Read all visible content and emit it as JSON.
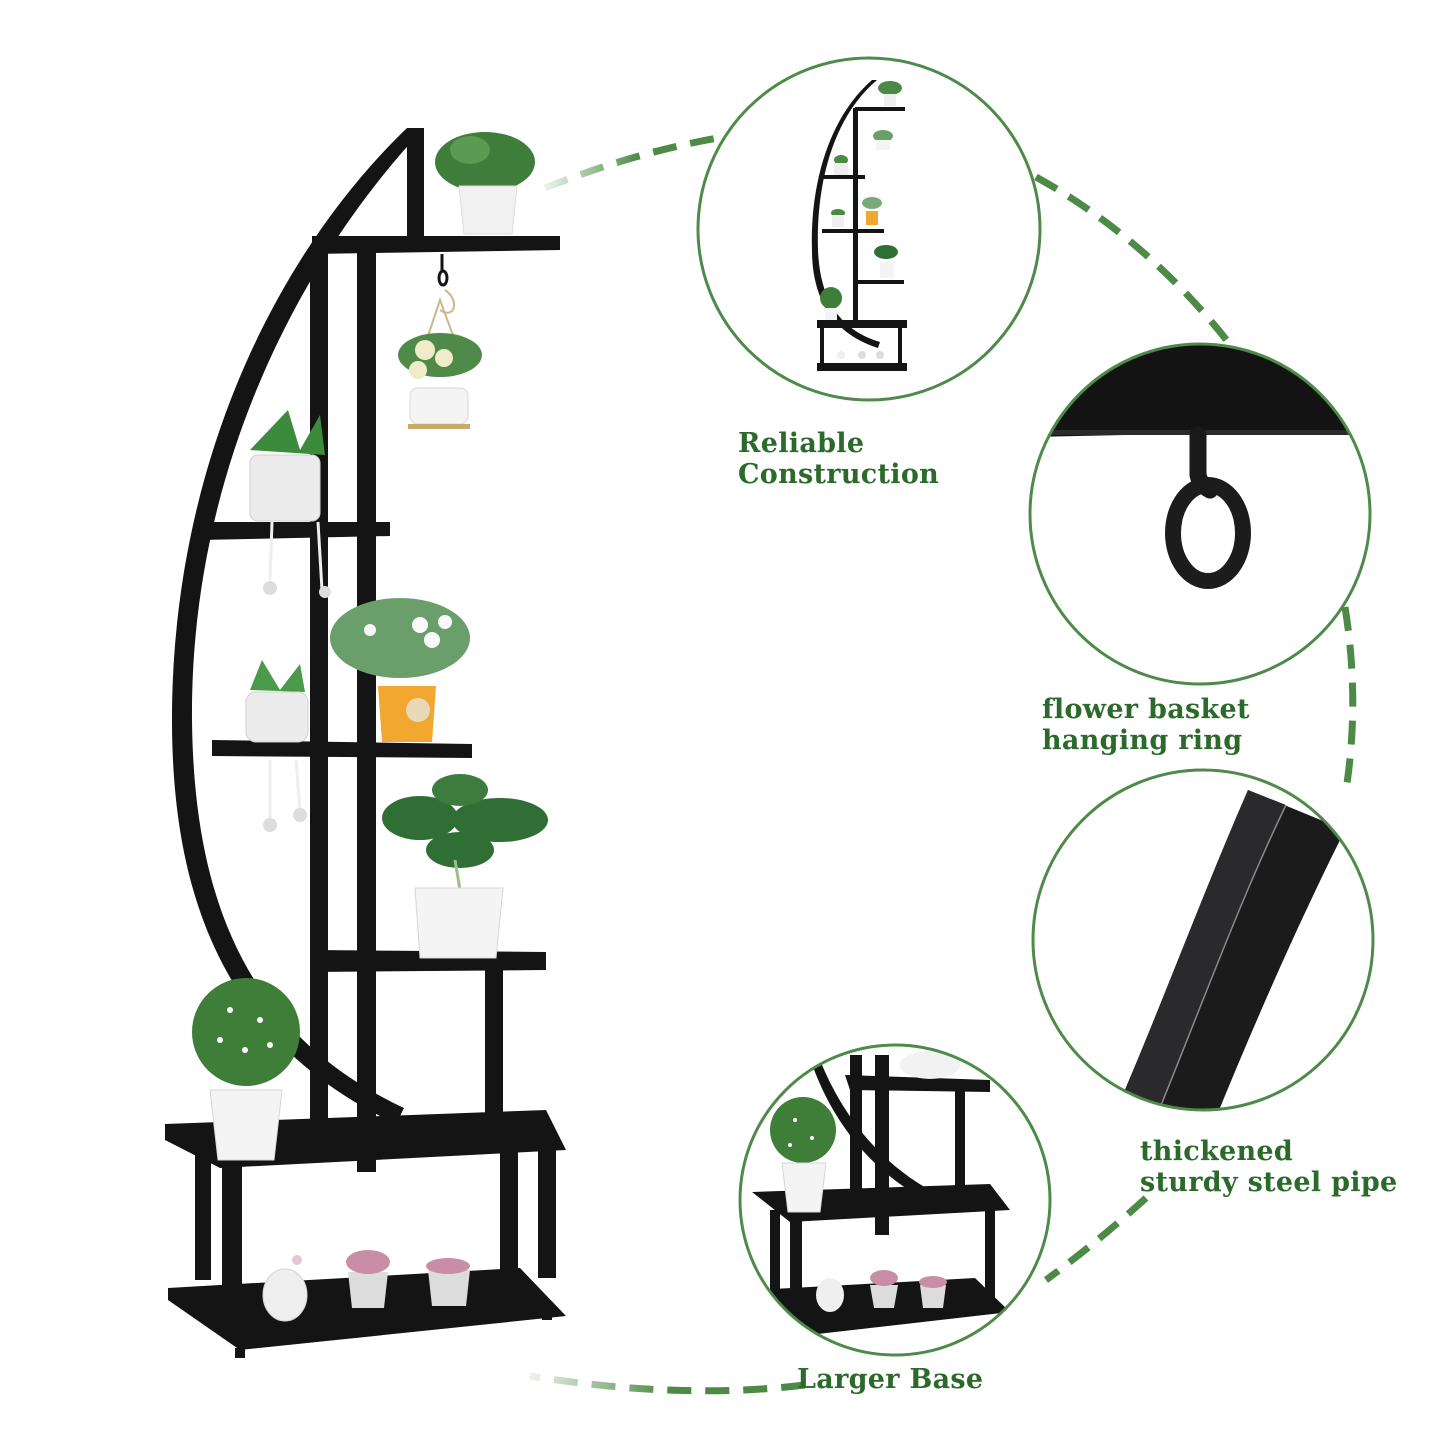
{
  "image": {
    "type": "product-infographic",
    "subject": "6-tier half-moon metal plant stand",
    "background": "#ffffff"
  },
  "colors": {
    "label_text": "#2b6a2a",
    "circle_border": "#4f8a4a",
    "dashed_arc": "#4c8a46",
    "frame_black": "#111111",
    "pot_white": "#f2f2f2",
    "pot_orange": "#f2a830",
    "leaf_green": "#3f7d3a"
  },
  "main_product": {
    "name": "plant-stand",
    "tiers": 6,
    "plants": [
      {
        "position": "top-shelf",
        "pot": "white ribbed pot",
        "plant": "eucalyptus sprigs"
      },
      {
        "position": "hanging-from-top-shelf",
        "pot": "white hanging basket with gold rim",
        "plant": "cream ranunculus"
      },
      {
        "position": "tier-2-left",
        "pot": "white owl pot with dangling legs",
        "plant": "spiky succulent"
      },
      {
        "position": "tier-3-left",
        "pot": "white face pot with dangling legs",
        "plant": "green succulent"
      },
      {
        "position": "tier-3-right",
        "pot": "orange pot with tag",
        "plant": "white daisies"
      },
      {
        "position": "tier-4",
        "pot": "white round pot",
        "plant": "calathea"
      },
      {
        "position": "tier-5-left",
        "pot": "white pot",
        "plant": "topiary ball"
      },
      {
        "position": "base",
        "pot": "three small pots",
        "plant": "mini succulents"
      }
    ]
  },
  "callouts": [
    {
      "id": "construction",
      "lines": [
        "Reliable",
        "Construction"
      ],
      "detail": "full stand thumbnail"
    },
    {
      "id": "hanging-ring",
      "lines": [
        "flower basket",
        "hanging ring"
      ],
      "detail": "ring hook close-up"
    },
    {
      "id": "steel-pipe",
      "lines": [
        "thickened",
        "sturdy steel pipe"
      ],
      "detail": "curved steel pipe close-up"
    },
    {
      "id": "base",
      "lines": [
        "Larger Base"
      ],
      "detail": "bottom two tiers close-up"
    }
  ]
}
